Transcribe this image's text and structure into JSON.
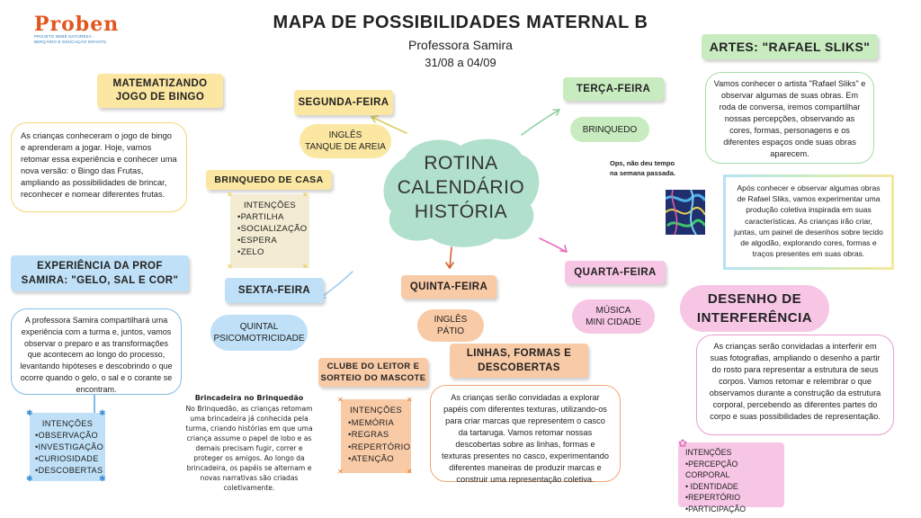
{
  "logo": {
    "main": "Proben",
    "sub": "PROJETO BEBÊ NATUREZA · BERÇÁRIO E EDUCAÇÃO INFANTIL"
  },
  "header": {
    "title": "MAPA DE POSSIBILIDADES MATERNAL B",
    "subtitle": "Professora Samira",
    "dates": "31/08 a 04/09"
  },
  "center": {
    "line1": "ROTINA",
    "line2": "CALENDÁRIO",
    "line3": "HISTÓRIA"
  },
  "days": {
    "segunda": {
      "label": "SEGUNDA-FEIRA",
      "items": [
        "INGLÊS",
        "TANQUE DE AREIA"
      ]
    },
    "terca": {
      "label": "TERÇA-FEIRA",
      "items": [
        "BRINQUEDO"
      ]
    },
    "quarta": {
      "label": "QUARTA-FEIRA",
      "items": [
        "MÚSICA",
        "MINI CIDADE"
      ]
    },
    "quinta": {
      "label": "QUINTA-FEIRA",
      "items": [
        "INGLÊS",
        "PÁTIO"
      ]
    },
    "sexta": {
      "label": "SEXTA-FEIRA",
      "items": [
        "QUINTAL",
        "PSICOMOTRICIDADE"
      ]
    }
  },
  "ops_note": "Ops, não deu tempo na semana passada.",
  "matematizando": {
    "title_line1": "MATEMATIZANDO",
    "title_line2": "JOGO DE BINGO",
    "text": "As crianças conheceram o jogo de bingo e aprenderam a jogar. Hoje, vamos retomar essa experiência e conhecer uma nova versão: o Bingo das Frutas, ampliando as possibilidades de brincar, reconhecer e nomear diferentes frutas."
  },
  "brinquedo_casa": {
    "title": "BRINQUEDO DE CASA",
    "heading": "INTENÇÕES",
    "items": [
      "•PARTILHA",
      "•SOCIALIZAÇÃO",
      "•ESPERA",
      "•ZELO"
    ]
  },
  "experiencia": {
    "title_line1": "EXPERIÊNCIA DA PROF",
    "title_line2": "SAMIRA: \"GELO, SAL E COR\"",
    "text": "A professora Samira compartilhará uma experiência com a turma e, juntos, vamos observar o preparo e as transformações que acontecem ao longo do processo, levantando hipóteses e descobrindo o que ocorre quando o gelo, o sal e o corante se encontram.",
    "heading": "INTENÇÕES",
    "items": [
      "•OBSERVAÇÃO",
      "•INVESTIGAÇÃO",
      "•CURIOSIDADE",
      "•DESCOBERTAS"
    ]
  },
  "brincadeira": {
    "title": "Brincadeira no Brinquedão",
    "text": "No Brinquedão, as crianças retomam uma brincadeira já conhecida pela turma, criando histórias em que uma criança assume o papel de lobo e as demais precisam fugir, correr e proteger os amigos. Ao longo da brincadeira, os papéis se alternam e novas narrativas são criadas coletivamente."
  },
  "clube": {
    "title_line1": "CLUBE DO LEITOR E",
    "title_line2": "SORTEIO DO MASCOTE",
    "heading": "INTENÇÕES",
    "items": [
      "•MEMÓRIA",
      "•REGRAS",
      "•REPERTÓRIO",
      "•ATENÇÃO"
    ]
  },
  "linhas": {
    "title_line1": "LINHAS, FORMAS E",
    "title_line2": "DESCOBERTAS",
    "text": "As crianças serão convidadas a explorar papéis com diferentes texturas, utilizando-os para criar marcas que representem o casco da tartaruga. Vamos retomar nossas descobertas sobre as linhas, formas e texturas presentes no casco, experimentando diferentes maneiras de produzir marcas e construir uma representação coletiva."
  },
  "artes": {
    "title": "ARTES: \"RAFAEL SLIKS\"",
    "text": "Vamos conhecer o artista \"Rafael Sliks\" e observar algumas de suas obras. Em roda de conversa, iremos compartilhar nossas percepções, observando as cores, formas, personagens e os diferentes espaços onde suas obras aparecem.",
    "text2": "Após conhecer e observar algumas obras de Rafael Sliks, vamos experimentar uma produção coletiva inspirada em suas características. As crianças irão criar, juntas, um painel de desenhos sobre tecido de algodão, explorando cores, formas e traços presentes em suas obras."
  },
  "desenho": {
    "title_line1": "DESENHO DE",
    "title_line2": "INTERFERÊNCIA",
    "text": "As crianças serão convidadas a interferir em suas fotografias, ampliando o desenho a partir do rosto para representar a estrutura de seus corpos. Vamos retomar e relembrar o que observamos durante a construção da estrutura corporal, percebendo as diferentes partes do corpo e suas possibilidades de representação.",
    "heading": "INTENÇÕES",
    "items": [
      "•PERCEPÇÃO CORPORAL",
      "• IDENTIDADE",
      "•REPERTÓRIO",
      "•PARTICIPAÇÃO"
    ]
  },
  "colors": {
    "yellow": "#fbe7a1",
    "green": "#c8ecc0",
    "pink": "#f7c6e4",
    "orange": "#f9caa6",
    "blue": "#bfe0f7",
    "mint": "#a9ddc6",
    "cream": "#f3ecd2"
  }
}
